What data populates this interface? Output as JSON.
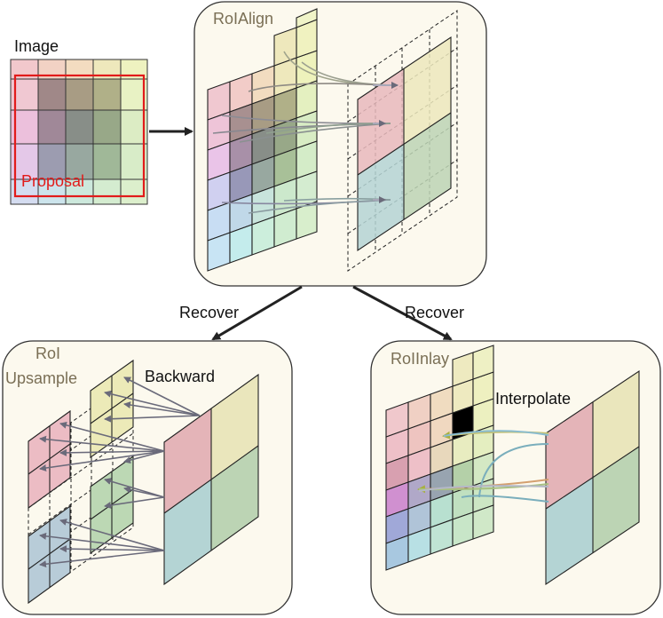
{
  "labels": {
    "image": "Image",
    "proposal": "Proposal",
    "roialign": "RoIAlign",
    "recover_left": "Recover",
    "recover_right": "Recover",
    "roi_upsample_line1": "RoI",
    "roi_upsample_line2": "Upsample",
    "backward": "Backward",
    "roiinlay": "RoIInlay",
    "interpolate": "Interpolate"
  },
  "colors": {
    "box_fill": "#fcf9ee",
    "box_stroke": "#333333",
    "title_text": "#7a6f55",
    "proposal_red": "#e21b1b",
    "arrow_gray": "#555566",
    "cell_red": "#e8b4bc",
    "cell_yellow": "#ece8bc",
    "cell_green": "#bcd8b4",
    "cell_blue": "#b4d4d4"
  }
}
